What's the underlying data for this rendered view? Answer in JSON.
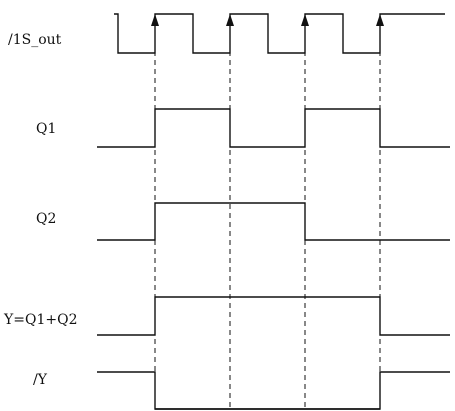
{
  "diagram": {
    "signals": [
      {
        "label": "/1S_out",
        "levels": [
          1,
          0,
          1,
          0,
          1,
          0,
          1,
          0,
          1
        ]
      },
      {
        "label": "Q1",
        "levels": [
          0,
          0,
          1,
          1,
          0,
          0,
          1,
          1,
          0
        ]
      },
      {
        "label": "Q2",
        "levels": [
          0,
          0,
          1,
          1,
          1,
          1,
          0,
          0,
          0
        ]
      },
      {
        "label": "Y=Q1+Q2",
        "levels": [
          0,
          0,
          1,
          1,
          1,
          1,
          1,
          1,
          0
        ]
      },
      {
        "label": "/Y",
        "levels": [
          1,
          1,
          0,
          0,
          0,
          0,
          0,
          0,
          1
        ]
      }
    ],
    "rising_edge_markers": 4,
    "colors": {
      "line": "#111111",
      "background": "#ffffff"
    }
  }
}
